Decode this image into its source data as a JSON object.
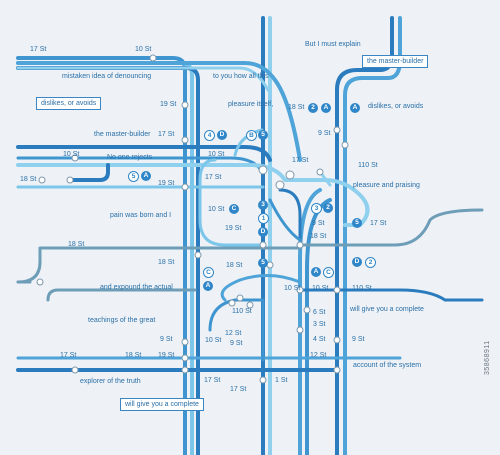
{
  "texts": {
    "mistaken": "mistaken idea of denouncing",
    "you_how": "to you how all this",
    "but_i": "But I must explain",
    "dislikes1": "dislikes, or avoids",
    "pleasure_itself": "pleasure itself,",
    "dislikes2": "dislikes, or avoids",
    "master_builder_l": "the master-builder",
    "no_one": "No one rejects",
    "pleasure_praising": "pleasure and praising",
    "pain_born": "pain was born and I",
    "expound": "and expound the actual",
    "teachings": "teachings of the great",
    "explorer": "explorer of the truth",
    "give_complete1": "will give you a complete",
    "account": "account of the system",
    "master_builder_box": "the master-builder",
    "dislikes_box": "dislikes, or avoids",
    "give_complete_box": "will give you a complete",
    "watermark": "35868911"
  },
  "stations": {
    "s1": "17 St",
    "s2": "10 St",
    "s3": "19 St",
    "s4": "18 St",
    "s5": "9 St",
    "s6": "17 St",
    "s7": "10 St",
    "s8": "18 St",
    "s9": "19 St",
    "s10": "17 St",
    "s11": "110 St",
    "s12": "10 St",
    "s13": "17 St",
    "s14": "19 St",
    "s15": "9 St",
    "s16": "18 St",
    "s17": "17 St",
    "s18": "18 St",
    "s19": "18 St",
    "s20": "10 St",
    "s21": "110 St",
    "s22": "110 St",
    "s23": "6 St",
    "s24": "12 St",
    "s25": "3 St",
    "s26": "10 St",
    "s27": "9 St",
    "s28": "4 St",
    "s29": "12 St",
    "s30": "9 St",
    "s31": "17 St",
    "s32": "18 St",
    "s33": "19 St",
    "s34": "17 St",
    "s35": "9 St",
    "s36": "1 St",
    "s37": "10 St",
    "s38": "17 St"
  },
  "badges": [
    "2",
    "A",
    "A",
    "4",
    "D",
    "B",
    "5",
    "5",
    "A",
    "C",
    "3",
    "1",
    "D",
    "3",
    "2",
    "5",
    "C",
    "A",
    "5",
    "A",
    "C",
    "D",
    "2"
  ],
  "colors": {
    "dark": "#2b7cbf",
    "mid": "#4ea3d8",
    "light": "#8fd0ee",
    "gray": "#6e9db8",
    "bg": "#eef2f6"
  }
}
